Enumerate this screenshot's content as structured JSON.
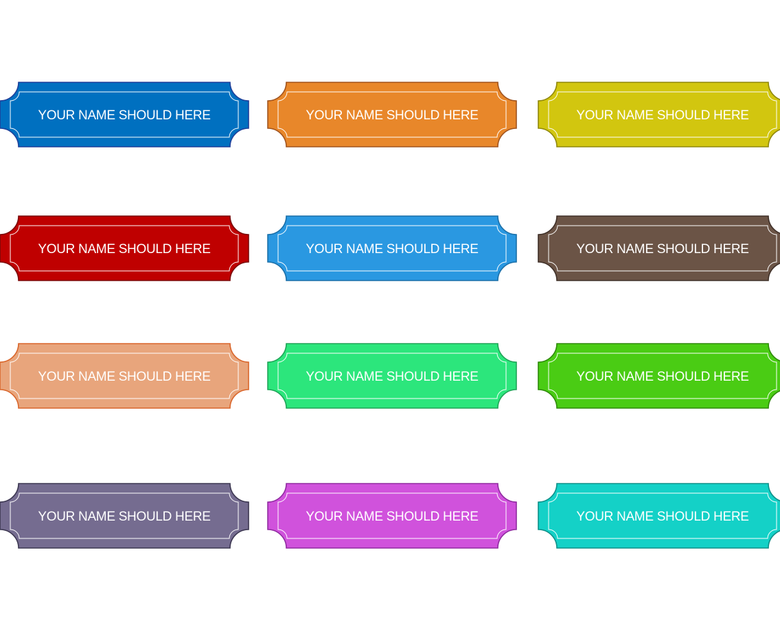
{
  "labels": [
    {
      "text": "YOUR NAME SHOULD HERE",
      "fill": "#0070C0",
      "stroke": "#1F3F9A"
    },
    {
      "text": "YOUR NAME SHOULD HERE",
      "fill": "#E8872A",
      "stroke": "#A0531E"
    },
    {
      "text": "YOUR NAME SHOULD HERE",
      "fill": "#D2C60F",
      "stroke": "#8F870C"
    },
    {
      "text": "YOUR NAME SHOULD HERE",
      "fill": "#BF0000",
      "stroke": "#7A0A0A"
    },
    {
      "text": "YOUR NAME SHOULD HERE",
      "fill": "#2A98E1",
      "stroke": "#1A6FA8"
    },
    {
      "text": "YOUR NAME SHOULD HERE",
      "fill": "#6B5446",
      "stroke": "#3F3028"
    },
    {
      "text": "YOUR NAME SHOULD HERE",
      "fill": "#E8A57C",
      "stroke": "#D9652A"
    },
    {
      "text": "YOUR NAME SHOULD HERE",
      "fill": "#2CE67C",
      "stroke": "#1EA457"
    },
    {
      "text": "YOUR NAME SHOULD HERE",
      "fill": "#4ACC14",
      "stroke": "#2E8A0A"
    },
    {
      "text": "YOUR NAME SHOULD HERE",
      "fill": "#756C90",
      "stroke": "#3B3650"
    },
    {
      "text": "YOUR NAME SHOULD HERE",
      "fill": "#D052DC",
      "stroke": "#8F2AA0"
    },
    {
      "text": "YOUR NAME SHOULD HERE",
      "fill": "#14D1C7",
      "stroke": "#0E8F88"
    }
  ]
}
